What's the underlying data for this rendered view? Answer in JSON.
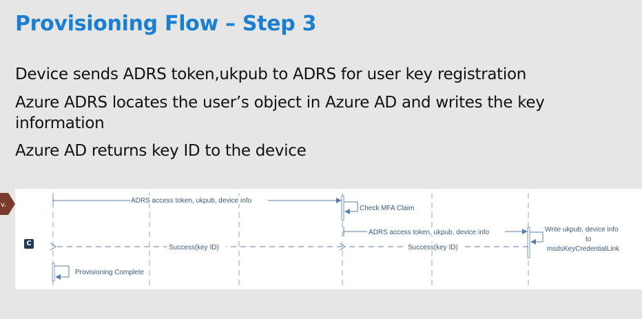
{
  "slide": {
    "title": "Provisioning Flow – Step 3",
    "bullets": [
      "Device sends ADRS token,ukpub to ADRS for user key registration",
      "Azure ADRS locates the user’s object in Azure AD and writes the key information",
      "Azure AD returns key ID to the device"
    ]
  },
  "diagram": {
    "badge": "C",
    "messages": {
      "m1": "ADRS access token, ukpub, device info",
      "m2": "Check MFA Claim",
      "m3": "ADRS access token, ukpub, device info",
      "m4_line1": "Write ukpub, device info",
      "m4_line2": "to",
      "m4_line3": "msdsKeyCredentialLink",
      "m5": "Success(key ID)",
      "m6": "Success(key ID)",
      "m7": "Provisioning Complete"
    },
    "colors": {
      "line": "#6a8fb5",
      "arrow": "#5b7fa8",
      "title": "#1a7fd0",
      "marker": "#7a3b2e",
      "badge": "#1f3a5f"
    }
  }
}
